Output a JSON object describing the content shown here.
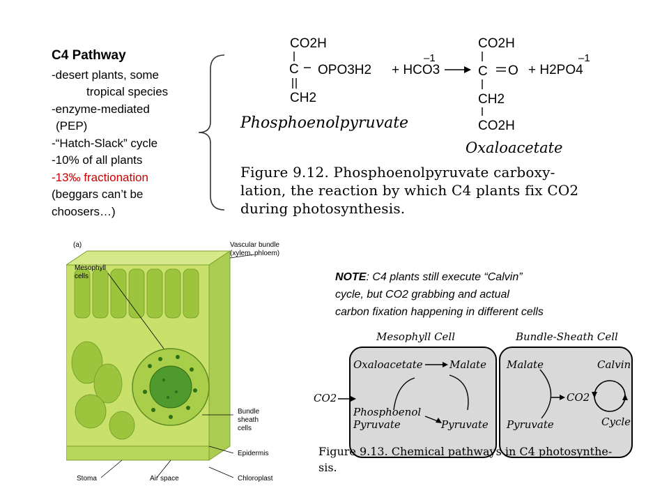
{
  "notes": {
    "title": "C4 Pathway",
    "lines": [
      "-desert plants, some",
      "tropical species",
      "-enzyme-mediated",
      "(PEP)",
      "-“Hatch-Slack” cycle",
      "-10% of all plants",
      "-13‰ fractionation",
      "(beggars can’t be",
      "choosers…)"
    ],
    "highlight_color": "#cc0000"
  },
  "figure_9_12": {
    "label_pep": "Phosphoenolpyruvate",
    "label_oaa": "Oxaloacetate",
    "caption_line1": "Figure 9.12.   Phosphoenolpyruvate carboxy-",
    "caption_line2": "lation, the reaction by which C4 plants fix CO2",
    "caption_line3": "during photosynthesis.",
    "pep_atoms": {
      "top": "CO2H",
      "c": "C",
      "opo3h2": "OPO3H2",
      "bottom": "CH2"
    },
    "hco3": "+ HCO3",
    "hco3_charge": "–1",
    "oaa_atoms": {
      "top": "CO2H",
      "c": "C",
      "o": "O",
      "mid": "CH2",
      "bottom": "CO2H"
    },
    "h2po4": "+ H2PO4",
    "h2po4_charge": "–1"
  },
  "leaf_diagram": {
    "panel_label": "(a)",
    "labels": {
      "vascular": "Vascular bundle",
      "vascular_sub": "(xylem, phloem)",
      "mesophyll": "Mesophyll",
      "mesophyll_sub": "cells",
      "bundle": "Bundle",
      "bundle2": "sheath",
      "bundle3": "cells",
      "epidermis": "Epidermis",
      "chloroplast": "Chloroplast",
      "air": "Air space",
      "stoma": "Stoma"
    },
    "colors": {
      "light": "#c9e06a",
      "mid": "#9cc43c",
      "dark": "#3e8a22"
    }
  },
  "note": {
    "bold": "NOTE",
    "line1": ":  C4 plants still execute “Calvin”",
    "line2": "cycle, but CO2 grabbing and actual",
    "line3": "carbon fixation happening in different cells"
  },
  "figure_9_13": {
    "mesophyll_title": "Mesophyll Cell",
    "bundle_title": "Bundle-Sheath Cell",
    "co2_in": "CO2",
    "oxaloacetate": "Oxaloacetate",
    "malate": "Malate",
    "phosphoenol": "Phosphoenol",
    "pyruvate_left": "Pyruvate",
    "pyruvate_right": "Pyruvate",
    "malate_bs": "Malate",
    "co2_bs": "CO2",
    "pyruvate_bs": "Pyruvate",
    "calvin": "Calvin",
    "cycle": "Cycle",
    "caption_line1": "Figure 9.13.  Chemical pathways in C4 photosynthe-",
    "caption_line2": "sis.",
    "cell_fill": "#d9d9d9"
  }
}
